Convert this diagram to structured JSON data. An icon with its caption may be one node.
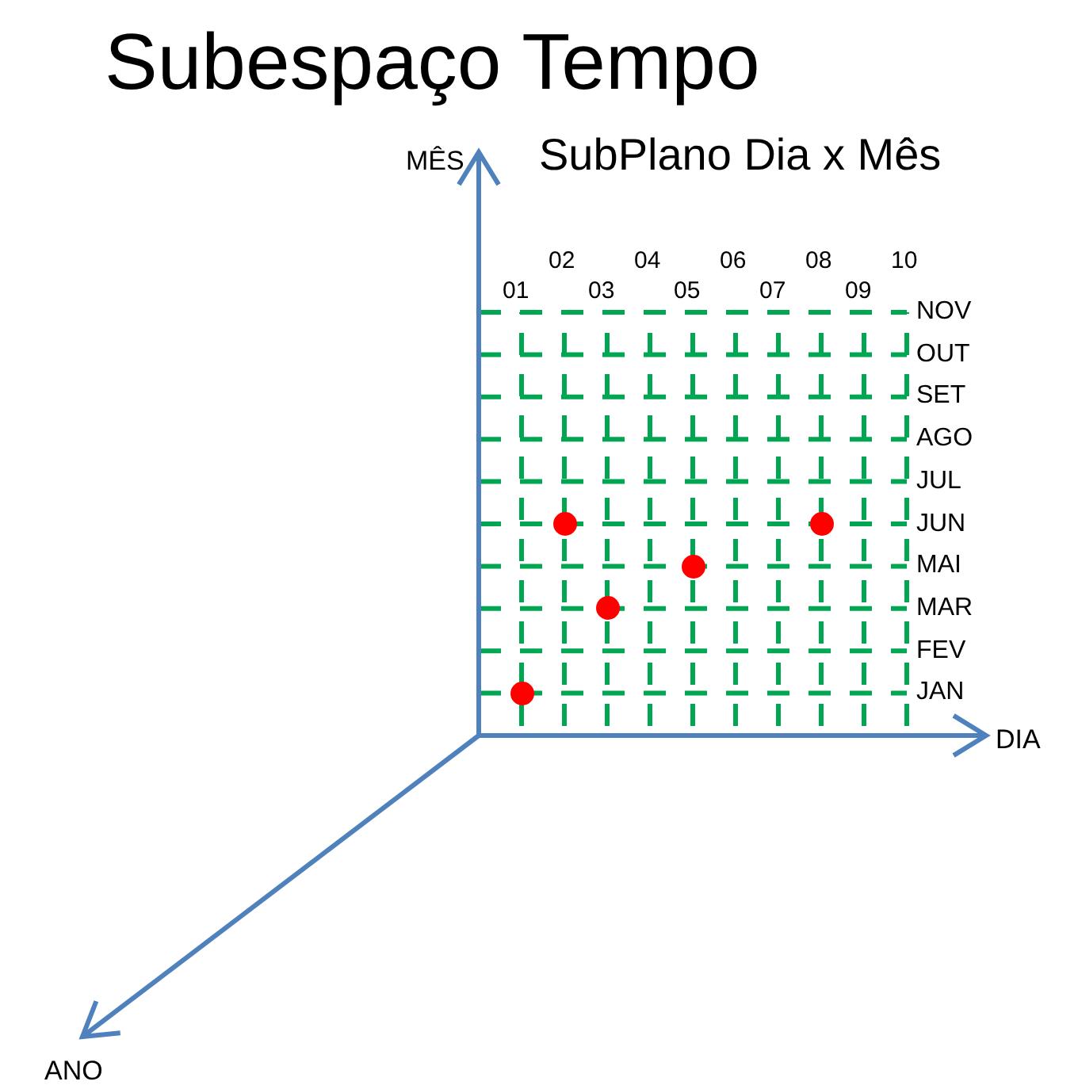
{
  "diagram": {
    "title": "Subespaço Tempo",
    "nodes": [
      {
        "text": [],
        "shape": "circle"
      },
      {
        "text": [],
        "shape": "circle"
      },
      {
        "text": [],
        "shape": "circle"
      },
      {
        "text": [],
        "shape": "circle"
      },
      {
        "text": [],
        "shape": "circle"
      }
    ],
    "labels": [
      "MÊS",
      "SubPlano Dia x Mês",
      "02",
      "04",
      "06",
      "08",
      "10",
      "01",
      "03",
      "05",
      "07",
      "09",
      "NOV",
      "OUT",
      "SET",
      "AGO",
      "JUL",
      "JUN",
      "MAI",
      "MAR",
      "FEV",
      "JAN",
      "DIA",
      "ANO"
    ]
  }
}
